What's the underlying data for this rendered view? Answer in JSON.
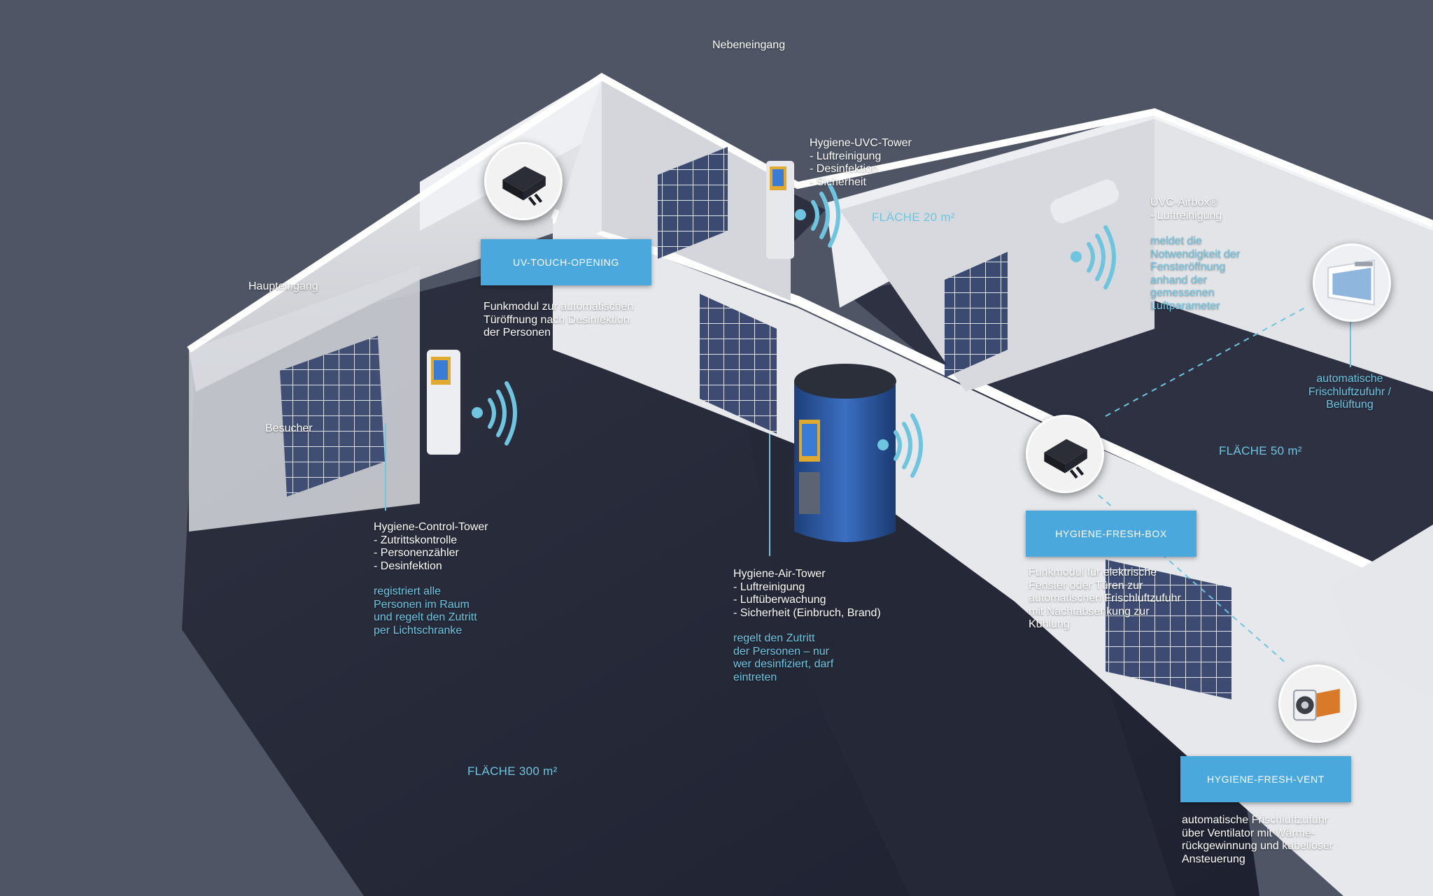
{
  "labels": {
    "nebeneingang": "Nebeneingang",
    "haupteingang": "Haupteingang",
    "besucher": "Besucher"
  },
  "areas": {
    "small": "FLÄCHE 20 m²",
    "medium": "FLÄCHE 50 m²",
    "large": "FLÄCHE 300 m²"
  },
  "buttons": {
    "uv_touch": "UV-TOUCH-OPENING",
    "fresh_box": "HYGIENE-FRESH-BOX",
    "fresh_vent": "HYGIENE-FRESH-VENT"
  },
  "texts": {
    "uv_touch_desc": [
      "Funkmodul zur automatischen",
      "Türöffnung nach Desinfektion",
      "der Personen"
    ],
    "uvc_tower": [
      "Hygiene-UVC-Tower",
      "- Luftreinigung",
      "- Desinfektion",
      "- Sicherheit"
    ],
    "uvc_airbox": [
      "UVC-Airbox®",
      "- Luftreinigung"
    ],
    "uvc_airbox_note": [
      "meldet die",
      "Notwendigkeit der",
      "Fensteröffnung",
      "anhand der",
      "gemessenen",
      "Luftparameter"
    ],
    "fresh_air": [
      "automatische",
      "Frischluftzufuhr /",
      "Belüftung"
    ],
    "control_tower": [
      "Hygiene-Control-Tower",
      "- Zutrittskontrolle",
      "- Personenzähler",
      "- Desinfektion"
    ],
    "control_tower_note": [
      "registriert alle",
      "Personen im Raum",
      "und regelt den Zutritt",
      "per Lichtschranke"
    ],
    "air_tower": [
      "Hygiene-Air-Tower",
      "- Luftreinigung",
      "- Luftüberwachung",
      "- Sicherheit (Einbruch, Brand)"
    ],
    "air_tower_note": [
      "regelt den Zutritt",
      "der Personen – nur",
      "wer desinfiziert, darf",
      "eintreten"
    ],
    "fresh_box_desc": [
      "Funkmodul für elektrische",
      "Fenster oder Türen zur",
      "automatischen Frischluftzufuhr",
      "mit Nachtabsenkung zur",
      "Kühlung"
    ],
    "fresh_vent_desc": [
      "automatische Frischluftzufuhr",
      "über Ventilator mit Wärme-",
      "rückgewinnung und kabelloser",
      "Ansteuerung"
    ]
  },
  "colors": {
    "background": "#4f5565",
    "accent": "#6fc5e0",
    "button": "#4aa8dc"
  },
  "icons": [
    "wifi-signal-icon",
    "radio-module-icon",
    "window-icon",
    "vent-fan-icon"
  ]
}
